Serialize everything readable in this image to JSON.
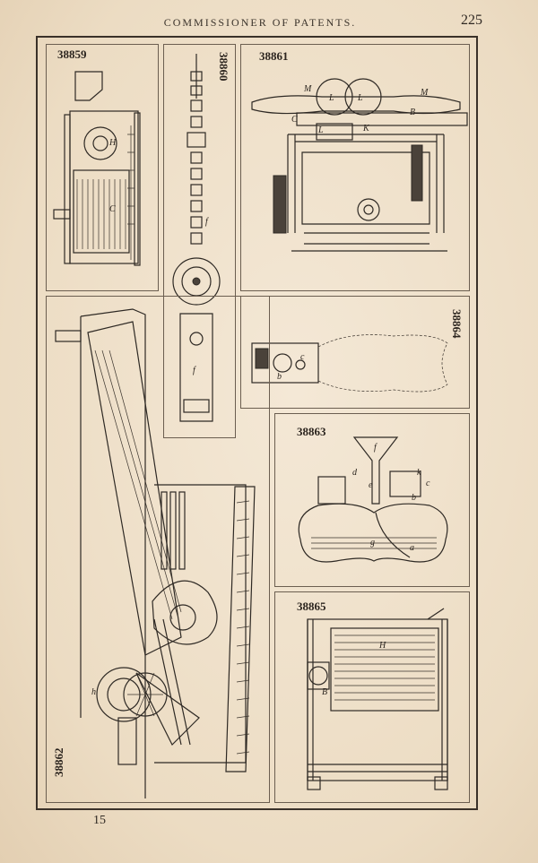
{
  "header": {
    "running_title": "COMMISSIONER OF PATENTS.",
    "page_number": "225"
  },
  "figures": [
    {
      "id": "fig-38859",
      "number": "38859",
      "labels": [
        "H",
        "C"
      ]
    },
    {
      "id": "fig-38860",
      "number": "38860",
      "labels": [
        "f",
        "f"
      ]
    },
    {
      "id": "fig-38861",
      "number": "38861",
      "labels": [
        "M",
        "L",
        "L",
        "M",
        "C",
        "B",
        "K",
        "L"
      ]
    },
    {
      "id": "fig-38864",
      "number": "38864",
      "labels": [
        "b",
        "c"
      ]
    },
    {
      "id": "fig-38863",
      "number": "38863",
      "labels": [
        "f",
        "d",
        "e",
        "k",
        "c",
        "b",
        "g",
        "a"
      ]
    },
    {
      "id": "fig-38862",
      "number": "38862",
      "labels": [
        "h"
      ]
    },
    {
      "id": "fig-38865",
      "number": "38865",
      "labels": [
        "H",
        "B"
      ]
    }
  ],
  "footer": {
    "signature_mark": "15"
  }
}
